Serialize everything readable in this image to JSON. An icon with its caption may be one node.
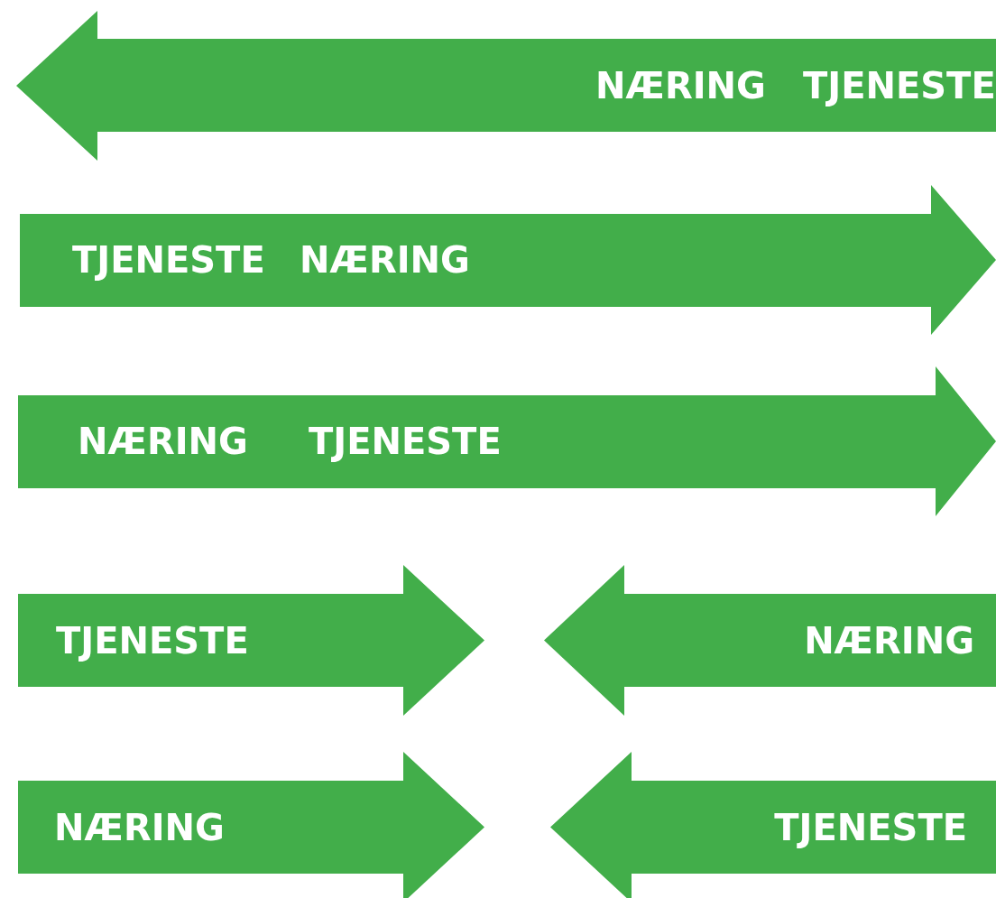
{
  "diagram": {
    "nodes": [
      {
        "text": [
          "NÆRING",
          "TJENESTE"
        ]
      },
      {
        "text": [
          "TJENESTE",
          "NÆRING"
        ]
      },
      {
        "text": [
          "NÆRING",
          "TJENESTE"
        ]
      },
      {
        "text": [
          "TJENESTE"
        ]
      },
      {
        "text": [
          "NÆRING"
        ]
      },
      {
        "text": [
          "NÆRING"
        ]
      },
      {
        "text": [
          "TJENESTE"
        ]
      }
    ]
  }
}
